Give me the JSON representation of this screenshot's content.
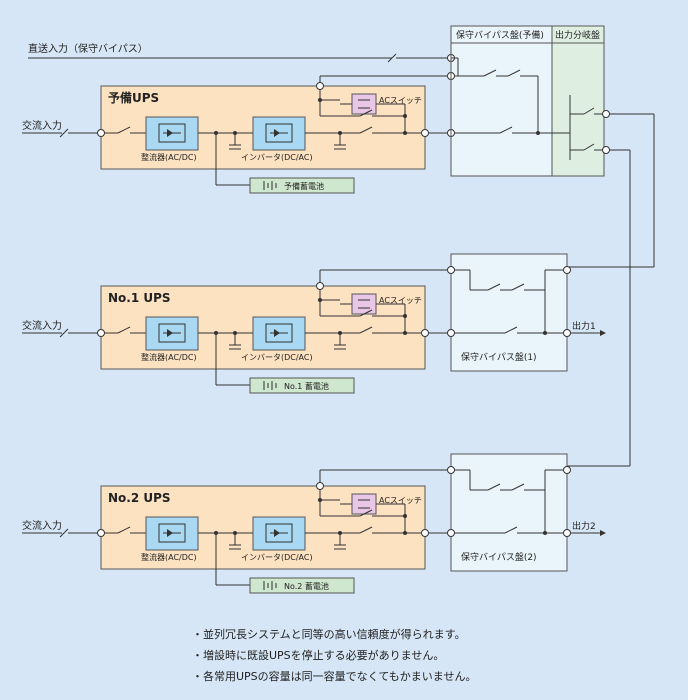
{
  "top": {
    "direct_input": "直送入力（保守バイパス）",
    "bypass_panel_standby": "保守バイパス盤(予備)",
    "output_distribution": "出力分岐盤"
  },
  "common": {
    "ac_input": "交流入力",
    "rectifier": "整流器(AC/DC)",
    "inverter": "インバータ(DC/AC)",
    "ac_switch": "ACスイッチ"
  },
  "units": [
    {
      "title": "予備UPS",
      "battery": "予備蓄電池"
    },
    {
      "title": "No.1 UPS",
      "battery": "No.1 蓄電池",
      "bypass_panel": "保守バイパス盤(1)",
      "output": "出力1"
    },
    {
      "title": "No.2 UPS",
      "battery": "No.2 蓄電池",
      "bypass_panel": "保守バイパス盤(2)",
      "output": "出力2"
    }
  ],
  "notes": [
    "・並列冗長システムと同等の高い信頼度が得られます。",
    "・増設時に既設UPSを停止する必要がありません。",
    "・各常用UPSの容量は同一容量でなくてもかまいません。"
  ],
  "colors": {
    "ups_fill": "#fde2c2",
    "ups_border": "#555555",
    "converter_fill": "#a9d8f2",
    "ac_switch_fill": "#e7c6e6",
    "battery_fill": "#cfe6cf",
    "panel_fill": "#eaf4fb",
    "distribution_fill": "#deefe2",
    "line": "#333333"
  }
}
